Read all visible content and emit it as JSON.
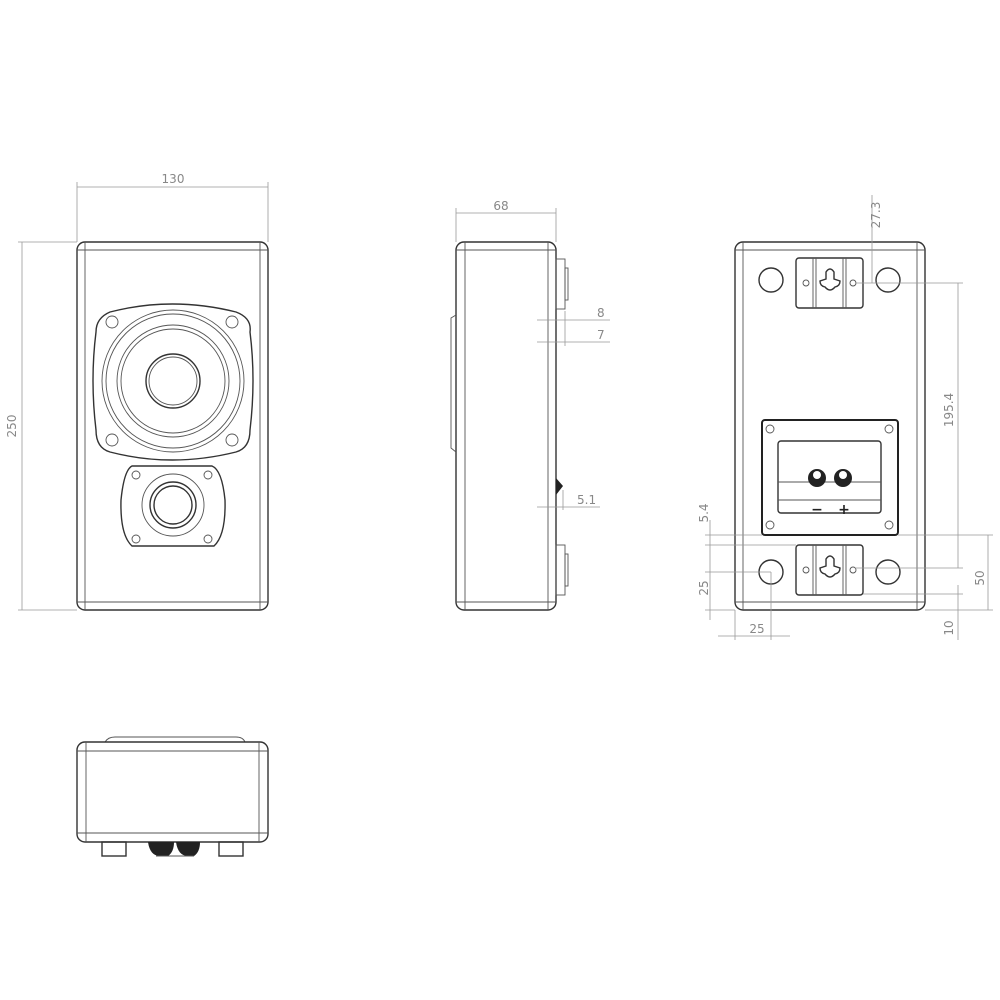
{
  "views": {
    "front": {
      "width_label": "130",
      "height_label": "250"
    },
    "side": {
      "depth_label": "68",
      "dim_a": "8",
      "dim_b": "7",
      "dim_c": "5.1"
    },
    "rear": {
      "top_offset": "27.3",
      "hole_spacing": "195.4",
      "bottom_50": "50",
      "bottom_10": "10",
      "left_5_4": "5.4",
      "left_25_v": "25",
      "left_25_h": "25",
      "terminal_minus": "−",
      "terminal_plus": "+"
    }
  },
  "colors": {
    "outline": "#333333",
    "dimension": "#999999"
  }
}
